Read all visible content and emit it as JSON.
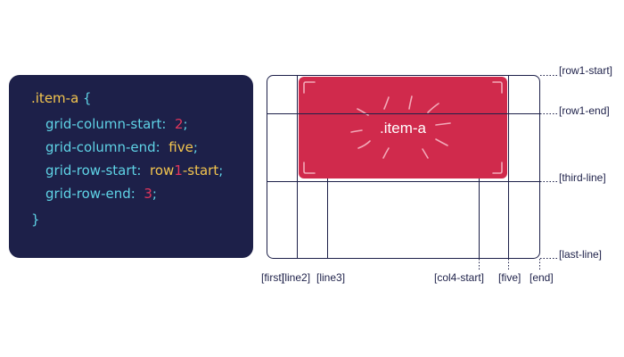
{
  "code": {
    "line1": {
      "selector": ".item-a",
      "brace": "{"
    },
    "line2": {
      "prop": "grid-column-start:",
      "num": "2",
      "semi": ";"
    },
    "line3": {
      "prop": "grid-column-end:",
      "ident": "five",
      "semi": ";"
    },
    "line4": {
      "prop": "grid-row-start:",
      "ident_a": "row",
      "num": "1",
      "ident_b": "-start",
      "semi": ";"
    },
    "line5": {
      "prop": "grid-row-end:",
      "num": "3",
      "semi": ";"
    },
    "line6": {
      "brace": "}"
    }
  },
  "item": {
    "label": ".item-a"
  },
  "row_labels": {
    "row1_start": "[row1-start]",
    "row1_end": "[row1-end]",
    "third_line": "[third-line]",
    "last_line": "[last-line]"
  },
  "col_labels": {
    "first": "[first]",
    "line2": "[line2]",
    "line3": "[line3]",
    "col4_start": "[col4-start]",
    "five": "[five]",
    "end": "[end]"
  },
  "colors": {
    "panel_bg": "#1d2049",
    "item_fill": "#d02a4c",
    "grid_line": "#1d2049",
    "selector": "#f3c54e",
    "property": "#5fd3e6",
    "number": "#e0365c"
  }
}
